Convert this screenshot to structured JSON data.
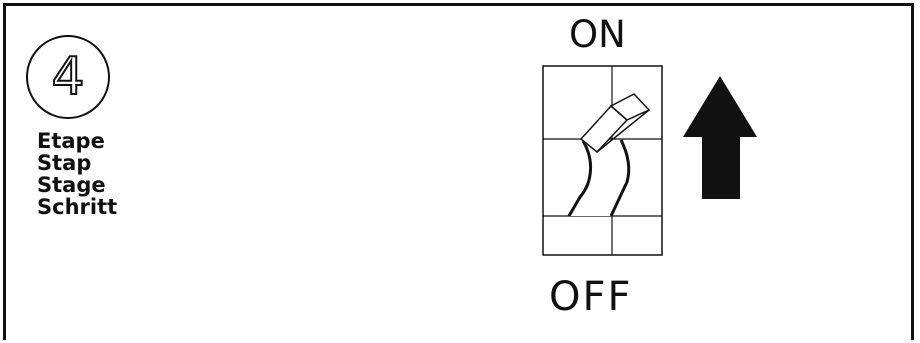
{
  "step": {
    "number": "4",
    "labels": [
      "Etape",
      "Stap",
      "Stage",
      "Schritt"
    ]
  },
  "switch": {
    "label_on": "ON",
    "label_off": "OFF",
    "position": "on",
    "icon": "toggle-switch-icon"
  },
  "direction_arrow": {
    "icon": "arrow-up-icon",
    "direction": "up"
  },
  "colors": {
    "ink": "#111111",
    "background": "#ffffff"
  }
}
